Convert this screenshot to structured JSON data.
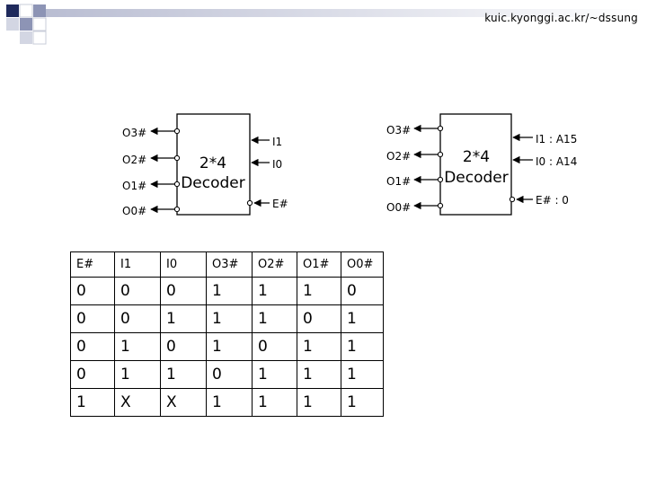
{
  "header": {
    "url": "kuic.kyonggi.ac.kr/~dssung"
  },
  "colors": {
    "deco_dark": "#1f2a5c",
    "deco_mid": "#8d94b5",
    "deco_light": "#d3d6e3"
  },
  "left_decoder": {
    "title": "2*4",
    "subtitle": "Decoder",
    "outputs": [
      "O3#",
      "O2#",
      "O1#",
      "O0#"
    ],
    "inputs": [
      "I1",
      "I0",
      "E#"
    ]
  },
  "right_decoder": {
    "title": "2*4",
    "subtitle": "Decoder",
    "outputs": [
      "O3#",
      "O2#",
      "O1#",
      "O0#"
    ],
    "inputs": [
      "I1 : A15",
      "I0 : A14",
      "E# : 0"
    ]
  },
  "truth_table": {
    "headers": [
      "E#",
      "I1",
      "I0",
      "O3#",
      "O2#",
      "O1#",
      "O0#"
    ],
    "rows": [
      [
        "0",
        "0",
        "0",
        "1",
        "1",
        "1",
        "0"
      ],
      [
        "0",
        "0",
        "1",
        "1",
        "1",
        "0",
        "1"
      ],
      [
        "0",
        "1",
        "0",
        "1",
        "0",
        "1",
        "1"
      ],
      [
        "0",
        "1",
        "1",
        "0",
        "1",
        "1",
        "1"
      ],
      [
        "1",
        "X",
        "X",
        "1",
        "1",
        "1",
        "1"
      ]
    ]
  }
}
